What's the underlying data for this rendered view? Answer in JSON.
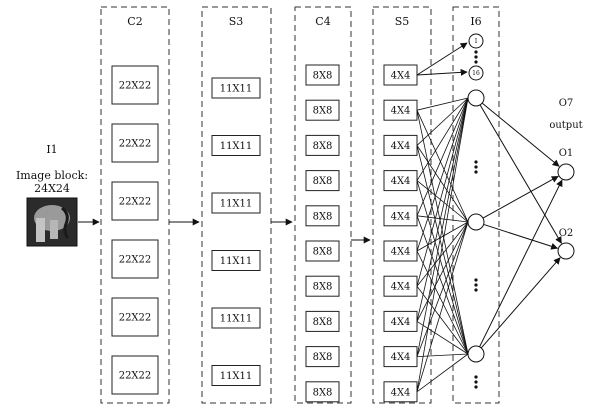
{
  "input": {
    "id_label": "I1",
    "desc_line1": "Image block:",
    "desc_line2": "24X24"
  },
  "layers": [
    {
      "key": "c2",
      "title": "C2",
      "box_label": "22X22",
      "count": 6
    },
    {
      "key": "s3",
      "title": "S3",
      "box_label": "11X11",
      "count": 6
    },
    {
      "key": "c4",
      "title": "C4",
      "box_label": "8X8",
      "count": 10
    },
    {
      "key": "s5",
      "title": "S5",
      "box_label": "4X4",
      "count": 10
    }
  ],
  "hidden": {
    "title": "I6",
    "node_first": "1",
    "node_last": "16"
  },
  "output": {
    "id_label": "O7",
    "desc": "output",
    "node1": "O1",
    "node2": "O2"
  }
}
